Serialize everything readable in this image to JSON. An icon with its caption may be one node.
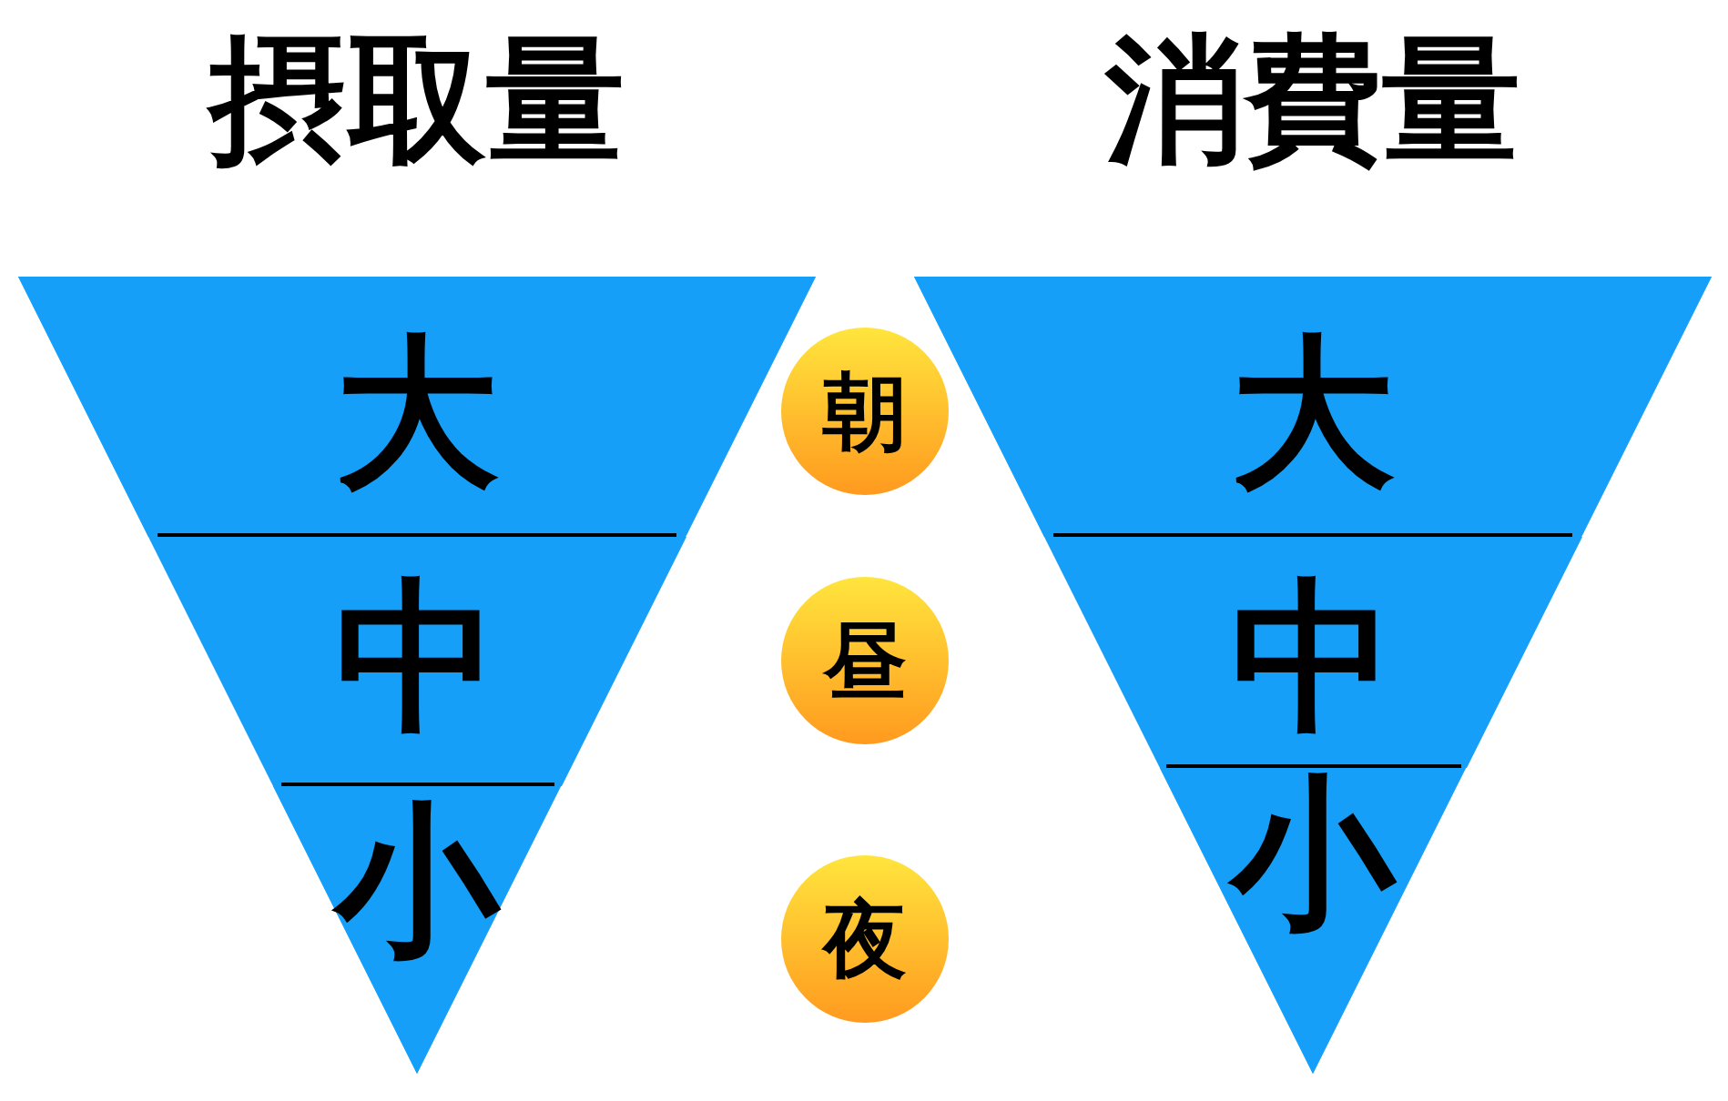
{
  "diagram": {
    "nodes": [
      {
        "text": [
          "摂取量"
        ]
      },
      {
        "text": [
          "大"
        ],
        "in": 0
      },
      {
        "text": [
          "中"
        ],
        "in": 0
      },
      {
        "text": [
          "小"
        ],
        "in": 0
      },
      {
        "text": [
          "朝"
        ]
      },
      {
        "text": [
          "昼"
        ]
      },
      {
        "text": [
          "夜"
        ]
      },
      {
        "text": [
          "消費量"
        ]
      },
      {
        "text": [
          "大"
        ],
        "in": 7
      },
      {
        "text": [
          "中"
        ],
        "in": 7
      },
      {
        "text": [
          "小"
        ],
        "in": 7
      }
    ],
    "edges": []
  }
}
